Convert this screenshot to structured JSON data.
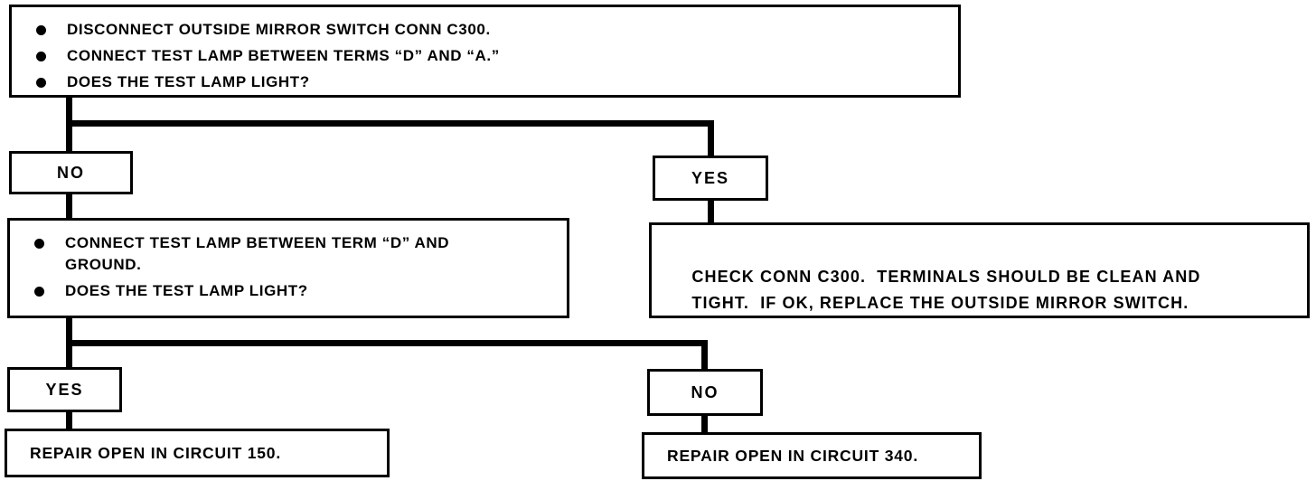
{
  "diagram": {
    "type": "troubleshooting-flowchart",
    "subject": "outside mirror switch test",
    "colors": {
      "line": "#000000",
      "background": "#ffffff",
      "text": "#000000"
    },
    "start": {
      "bullets": [
        "DISCONNECT OUTSIDE MIRROR SWITCH CONN C300.",
        "CONNECT TEST LAMP BETWEEN TERMS “D” AND “A.”",
        "DOES THE TEST LAMP LIGHT?"
      ]
    },
    "branch1": {
      "no": "NO",
      "yes": "YES"
    },
    "no_path_step": {
      "bullets": [
        "CONNECT TEST LAMP BETWEEN TERM “D” AND GROUND.",
        "DOES THE TEST LAMP LIGHT?"
      ]
    },
    "yes_path_step": {
      "text": "CHECK CONN C300.  TERMINALS SHOULD BE CLEAN AND TIGHT.  IF OK, REPLACE THE OUTSIDE MIRROR SWITCH."
    },
    "branch2": {
      "yes": "YES",
      "no": "NO"
    },
    "yes_result": "REPAIR OPEN IN CIRCUIT 150.",
    "no_result": "REPAIR OPEN IN CIRCUIT 340."
  }
}
